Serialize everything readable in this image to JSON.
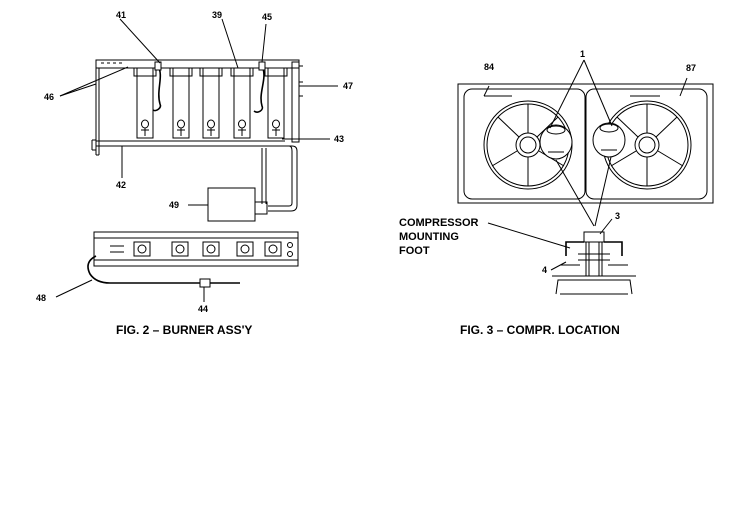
{
  "colors": {
    "ink": "#000000",
    "paper": "#ffffff"
  },
  "fig2": {
    "caption": "FIG. 2 – BURNER ASS'Y",
    "callouts": {
      "c41": "41",
      "c39": "39",
      "c45": "45",
      "c46": "46",
      "c47": "47",
      "c43": "43",
      "c42": "42",
      "c49": "49",
      "c48": "48",
      "c44": "44"
    }
  },
  "fig3": {
    "caption": "FIG. 3 – COMPR. LOCATION",
    "callouts": {
      "c1": "1",
      "c84": "84",
      "c87": "87",
      "c3": "3",
      "c4": "4"
    },
    "label_lines": [
      "COMPRESSOR",
      "MOUNTING",
      "FOOT"
    ]
  }
}
